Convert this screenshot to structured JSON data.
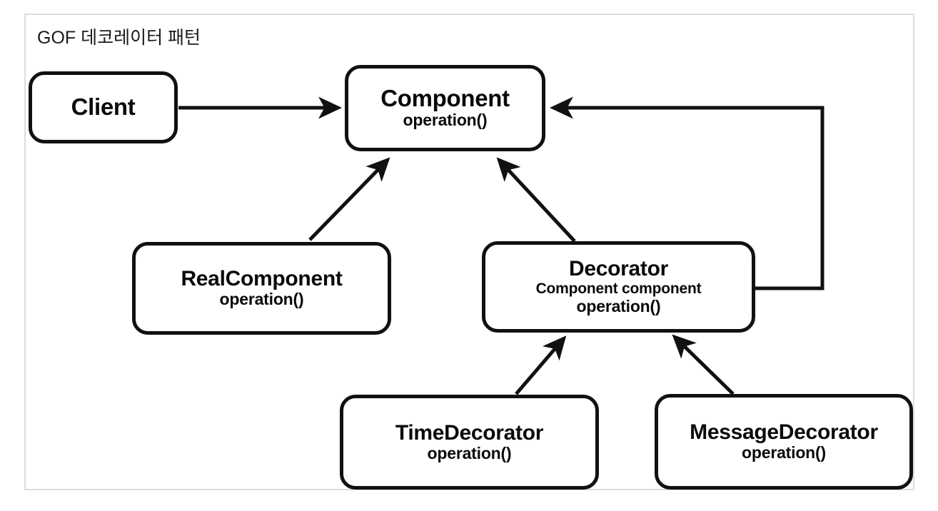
{
  "diagram": {
    "title": "GOF 데코레이터 패턴",
    "type": "uml-class-diagram",
    "background_color": "#ffffff",
    "frame_border_color": "#dddddd",
    "stroke_color": "#111111",
    "nodes": [
      {
        "id": "client",
        "name": "Client",
        "attribute": "",
        "operation": ""
      },
      {
        "id": "component",
        "name": "Component",
        "attribute": "",
        "operation": "operation()"
      },
      {
        "id": "realcomponent",
        "name": "RealComponent",
        "attribute": "",
        "operation": "operation()"
      },
      {
        "id": "decorator",
        "name": "Decorator",
        "attribute": "Component component",
        "operation": "operation()"
      },
      {
        "id": "timedecorator",
        "name": "TimeDecorator",
        "attribute": "",
        "operation": "operation()"
      },
      {
        "id": "messagedecorator",
        "name": "MessageDecorator",
        "attribute": "",
        "operation": "operation()"
      }
    ],
    "edges": [
      {
        "id": "client-to-component",
        "from": "client",
        "to": "component",
        "kind": "dependency-arrow"
      },
      {
        "id": "realcomponent-to-component",
        "from": "realcomponent",
        "to": "component",
        "kind": "inheritance-arrow"
      },
      {
        "id": "decorator-to-component",
        "from": "decorator",
        "to": "component",
        "kind": "inheritance-arrow"
      },
      {
        "id": "decorator-holds-component",
        "from": "decorator",
        "to": "component",
        "kind": "aggregation-arrow"
      },
      {
        "id": "timedecorator-to-decorator",
        "from": "timedecorator",
        "to": "decorator",
        "kind": "inheritance-arrow"
      },
      {
        "id": "messagedecorator-to-decorator",
        "from": "messagedecorator",
        "to": "decorator",
        "kind": "inheritance-arrow"
      }
    ]
  }
}
